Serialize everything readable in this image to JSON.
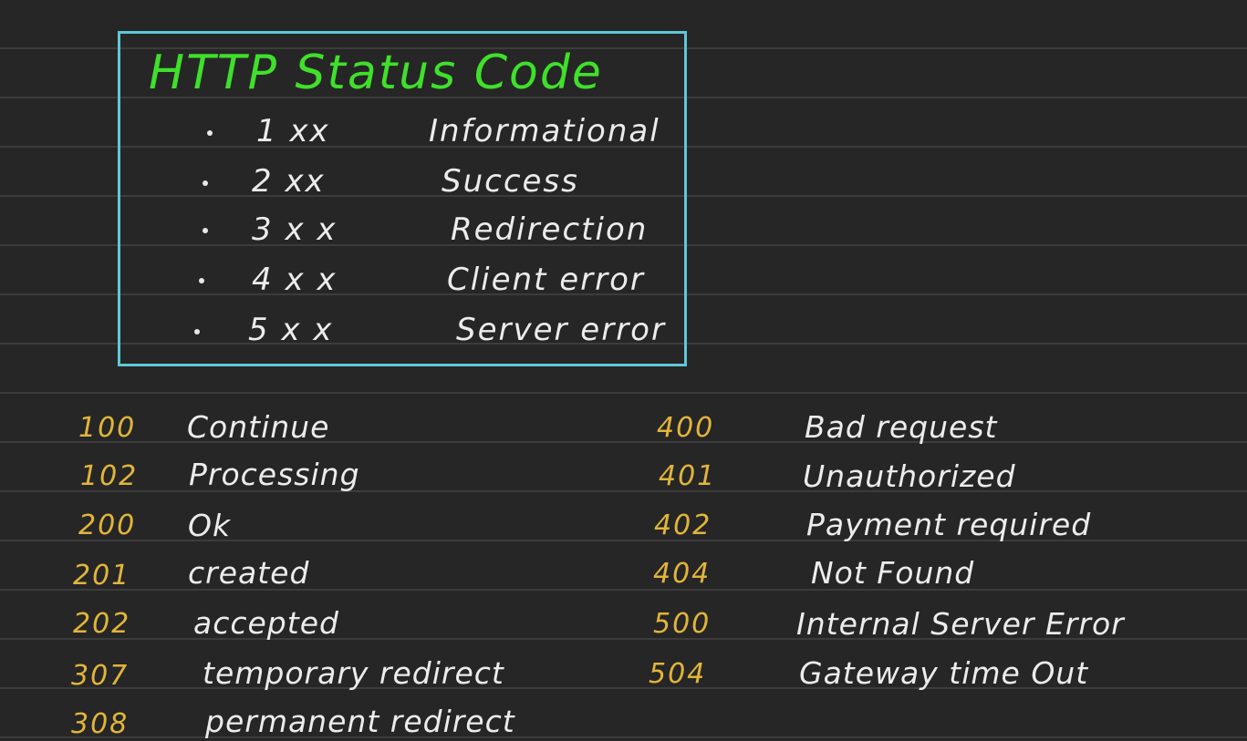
{
  "title": "HTTP Status Code",
  "categories": [
    {
      "range": "1 xx",
      "label": "Informational"
    },
    {
      "range": "2 xx",
      "label": "Success"
    },
    {
      "range": "3 x x",
      "label": "Redirection"
    },
    {
      "range": "4 x x",
      "label": "Client error"
    },
    {
      "range": "5 x x",
      "label": "Server error"
    }
  ],
  "left_codes": [
    {
      "code": "100",
      "desc": "Continue"
    },
    {
      "code": "102",
      "desc": "Processing"
    },
    {
      "code": "200",
      "desc": "Ok"
    },
    {
      "code": "201",
      "desc": "created"
    },
    {
      "code": "202",
      "desc": "accepted"
    },
    {
      "code": "307",
      "desc": "temporary redirect"
    },
    {
      "code": "308",
      "desc": "permanent redirect"
    }
  ],
  "right_codes": [
    {
      "code": "400",
      "desc": "Bad request"
    },
    {
      "code": "401",
      "desc": "Unauthorized"
    },
    {
      "code": "402",
      "desc": "Payment required"
    },
    {
      "code": "404",
      "desc": "Not Found"
    },
    {
      "code": "500",
      "desc": "Internal Server Error"
    },
    {
      "code": "504",
      "desc": "Gateway time Out"
    }
  ],
  "colors": {
    "board": "#262626",
    "rule_line": "#3c3c3c",
    "frame": "#5fc7d6",
    "title": "#3fe02a",
    "code": "#e1b53a",
    "text": "#ececec"
  }
}
